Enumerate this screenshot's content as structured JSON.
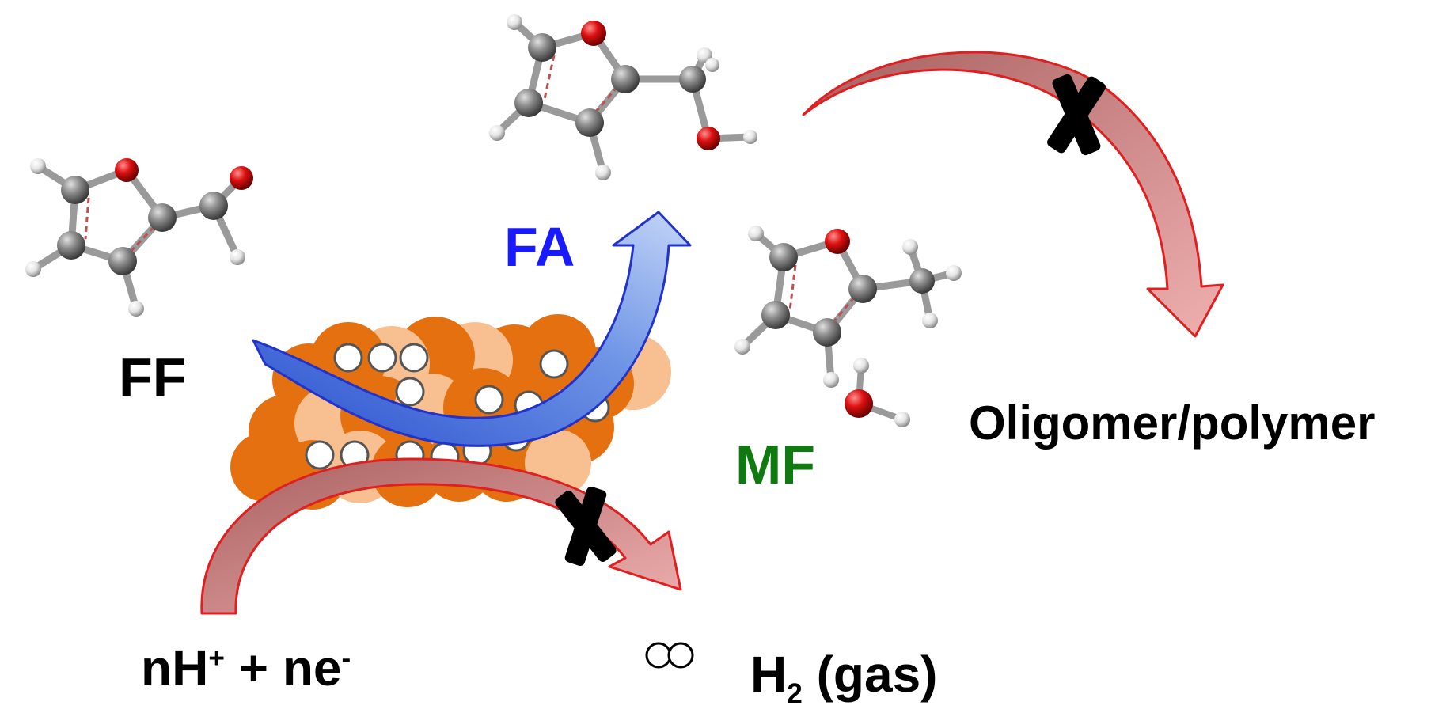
{
  "labels": {
    "ff": "FF",
    "fa": "FA",
    "mf": "MF",
    "oligomer": "Oligomer/polymer",
    "reactant_main": "nH",
    "reactant_sup1": "+",
    "reactant_mid": " + ne",
    "reactant_sup2": "-",
    "product_main": "H",
    "product_sub": "2",
    "product_tail": " (gas)"
  },
  "colors": {
    "fa_label": "#1a1aff",
    "mf_label": "#0f7a0f",
    "text": "#000000",
    "catalyst_dark": "#e57010",
    "catalyst_light": "#f8c090",
    "arrow_red_stroke": "#e02020",
    "arrow_red_fill": "#c88080",
    "arrow_blue_stroke": "#2233cc",
    "arrow_blue_fill": "#7aa0e8",
    "atom_carbon": "#8a8a8a",
    "atom_oxygen": "#dd1111",
    "atom_hydrogen": "#e8e8e8"
  }
}
